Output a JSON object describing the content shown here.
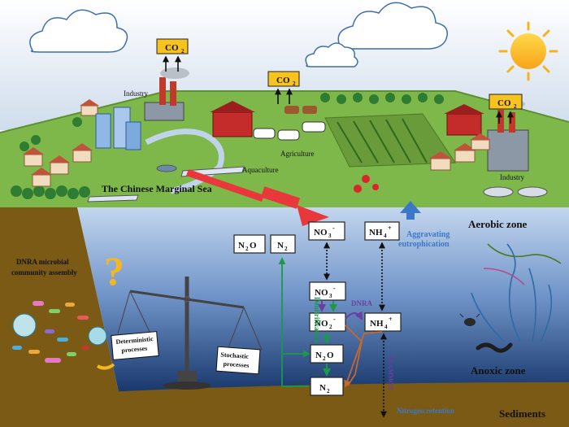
{
  "co2_labels": [
    "CO",
    "CO",
    "CO"
  ],
  "co2_subscript": "2",
  "land": {
    "industry_left": "Industry",
    "industry_right": "Industry",
    "agriculture": "Agriculture",
    "aquaculture": "Aquaculture",
    "sea_title": "The Chinese Marginal Sea"
  },
  "zones": {
    "aerobic": "Aerobic zone",
    "anoxic": "Anoxic zone",
    "sediments": "Sediments"
  },
  "aggravating": [
    "Aggravating",
    "eutrophication"
  ],
  "community": [
    "DNRA microbial",
    "community assembly"
  ],
  "balance": {
    "deterministic": [
      "Deterministic",
      "processes"
    ],
    "stochastic": [
      "Stochastic",
      "processes"
    ]
  },
  "nitrogen": {
    "n2o_top": "N",
    "n2o_top_sub": "2",
    "n2o_top_tail": "O",
    "n2_top": "N",
    "n2_top_sub": "2",
    "no3_top": "NO",
    "no3_top_sub": "3",
    "no3_top_sup": "-",
    "nh4_top": "NH",
    "nh4_top_sub": "4",
    "nh4_top_sup": "+",
    "no3_mid": "NO",
    "no3_mid_sub": "3",
    "no3_mid_sup": "-",
    "no2": "NO",
    "no2_sub": "2",
    "no2_sup": "-",
    "nh4_mid": "NH",
    "nh4_mid_sub": "4",
    "nh4_mid_sup": "+",
    "n2o_low": "N",
    "n2o_low_sub": "2",
    "n2o_low_tail": "O",
    "n2_low": "N",
    "n2_low_sub": "2"
  },
  "processes": {
    "denitrification": "Denitrification",
    "dnra": "DNRA",
    "anammox": "ANAMMOX",
    "nitrogen_retention": "Nitrogen retention"
  },
  "colors": {
    "sky": "#dfe9f2",
    "grass": "#7fb84a",
    "water_top": "#a9c4e6",
    "water_bottom": "#0e2f66",
    "sediment": "#7a5a14",
    "co2_box": "#f7c31e",
    "green_arrow": "#1a9a47",
    "purple_arrow": "#6a3fa0",
    "orange_arrow": "#c26a2e",
    "blue_arrow": "#3b78c8",
    "red_arrow": "#e8383b"
  }
}
